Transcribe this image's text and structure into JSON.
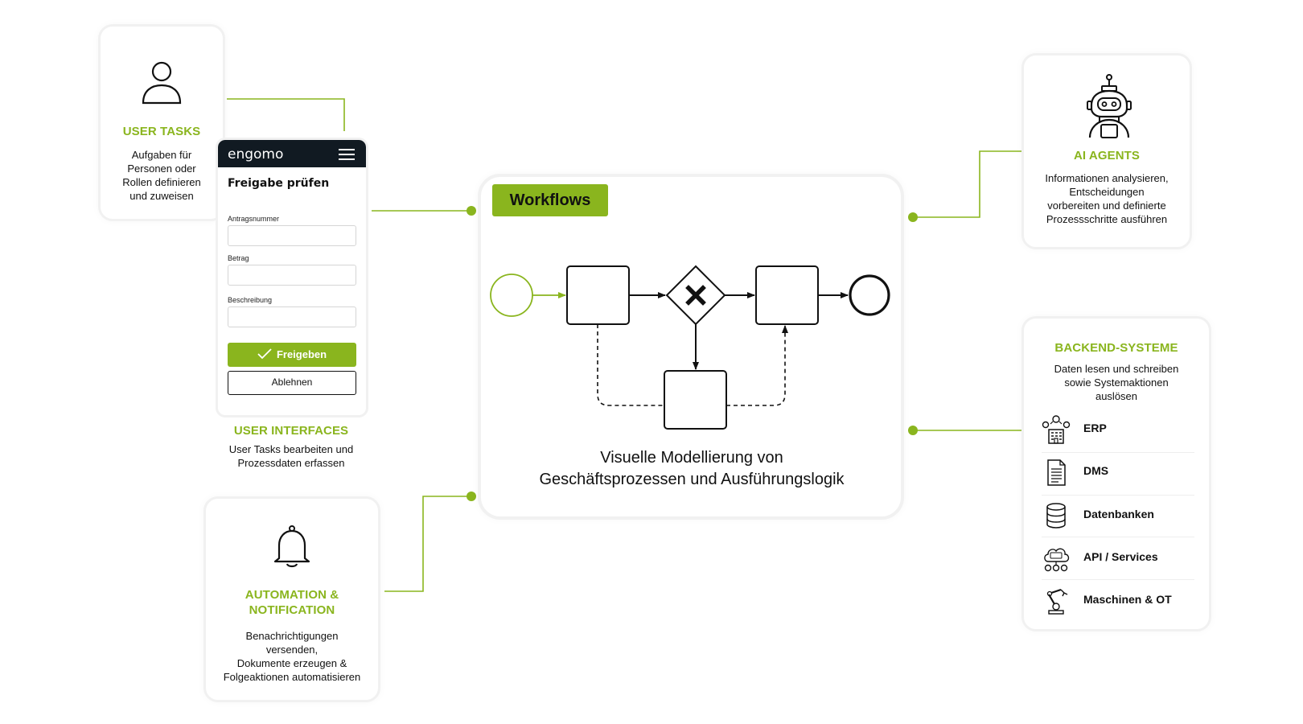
{
  "user_tasks": {
    "title": "USER TASKS",
    "desc": "Aufgaben für\nPersonen oder\nRollen definieren\nund zuweisen",
    "icon": "person-icon"
  },
  "phone": {
    "logo": "engomo",
    "form_title": "Freigabe prüfen",
    "fields": [
      "Antragsnummer",
      "Betrag",
      "Beschreibung"
    ],
    "approve_label": "Freigeben",
    "reject_label": "Ablehnen"
  },
  "user_interfaces": {
    "title": "USER INTERFACES",
    "desc": "User Tasks bearbeiten und\nProzessdaten erfassen"
  },
  "automation": {
    "title": "AUTOMATION &\nNOTIFICATION",
    "desc": "Benachrichtigungen\nversenden,\nDokumente erzeugen &\nFolgeaktionen automatisieren",
    "icon": "bell-icon"
  },
  "workflows": {
    "tag": "Workflows",
    "caption": "Visuelle Modellierung von\nGeschäftsprozessen und Ausführungslogik"
  },
  "ai_agents": {
    "title": "AI AGENTS",
    "desc": "Informationen analysieren,\nEntscheidungen\nvorbereiten und definierte\nProzessschritte ausführen",
    "icon": "robot-icon"
  },
  "backend": {
    "title": "BACKEND-SYSTEME",
    "desc": "Daten lesen und schreiben\nsowie Systemaktionen\nauslösen",
    "items": [
      {
        "label": "ERP",
        "icon": "erp-building-icon"
      },
      {
        "label": "DMS",
        "icon": "document-icon"
      },
      {
        "label": "Datenbanken",
        "icon": "database-icon"
      },
      {
        "label": "API / Services",
        "icon": "api-cloud-icon"
      },
      {
        "label": "Maschinen & OT",
        "icon": "robot-arm-icon"
      }
    ]
  },
  "colors": {
    "accent": "#8ab51e",
    "dark": "#111a22",
    "card_border": "#f1f1f1"
  }
}
